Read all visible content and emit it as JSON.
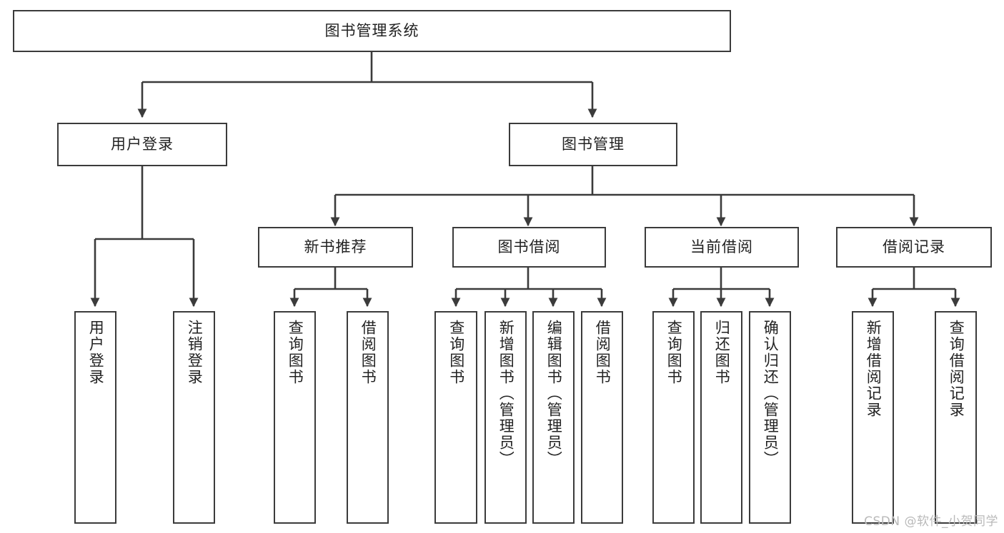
{
  "diagram": {
    "type": "tree",
    "title": "图书管理系统",
    "colors": {
      "border": "#3b3b3b",
      "background": "#ffffff",
      "text": "#222222",
      "connector": "#3b3b3b",
      "watermark": "#b9b9b9"
    },
    "root": {
      "label": "图书管理系统"
    },
    "level2": [
      {
        "label": "用户登录"
      },
      {
        "label": "图书管理"
      }
    ],
    "level3": [
      {
        "label": "新书推荐"
      },
      {
        "label": "图书借阅"
      },
      {
        "label": "当前借阅"
      },
      {
        "label": "借阅记录"
      }
    ],
    "leaves": {
      "user_login": [
        {
          "label": "用户登录"
        },
        {
          "label": "注销登录"
        }
      ],
      "new_book": [
        {
          "label": "查询图书"
        },
        {
          "label": "借阅图书"
        }
      ],
      "book_borrow": [
        {
          "label": "查询图书"
        },
        {
          "label": "新增图书（管理员）"
        },
        {
          "label": "编辑图书（管理员）"
        },
        {
          "label": "借阅图书"
        }
      ],
      "current_borrow": [
        {
          "label": "查询图书"
        },
        {
          "label": "归还图书"
        },
        {
          "label": "确认归还（管理员）"
        }
      ],
      "borrow_record": [
        {
          "label": "新增借阅记录"
        },
        {
          "label": "查询借阅记录"
        }
      ]
    }
  },
  "watermark": {
    "text": "CSDN @软件_小贺同学"
  }
}
